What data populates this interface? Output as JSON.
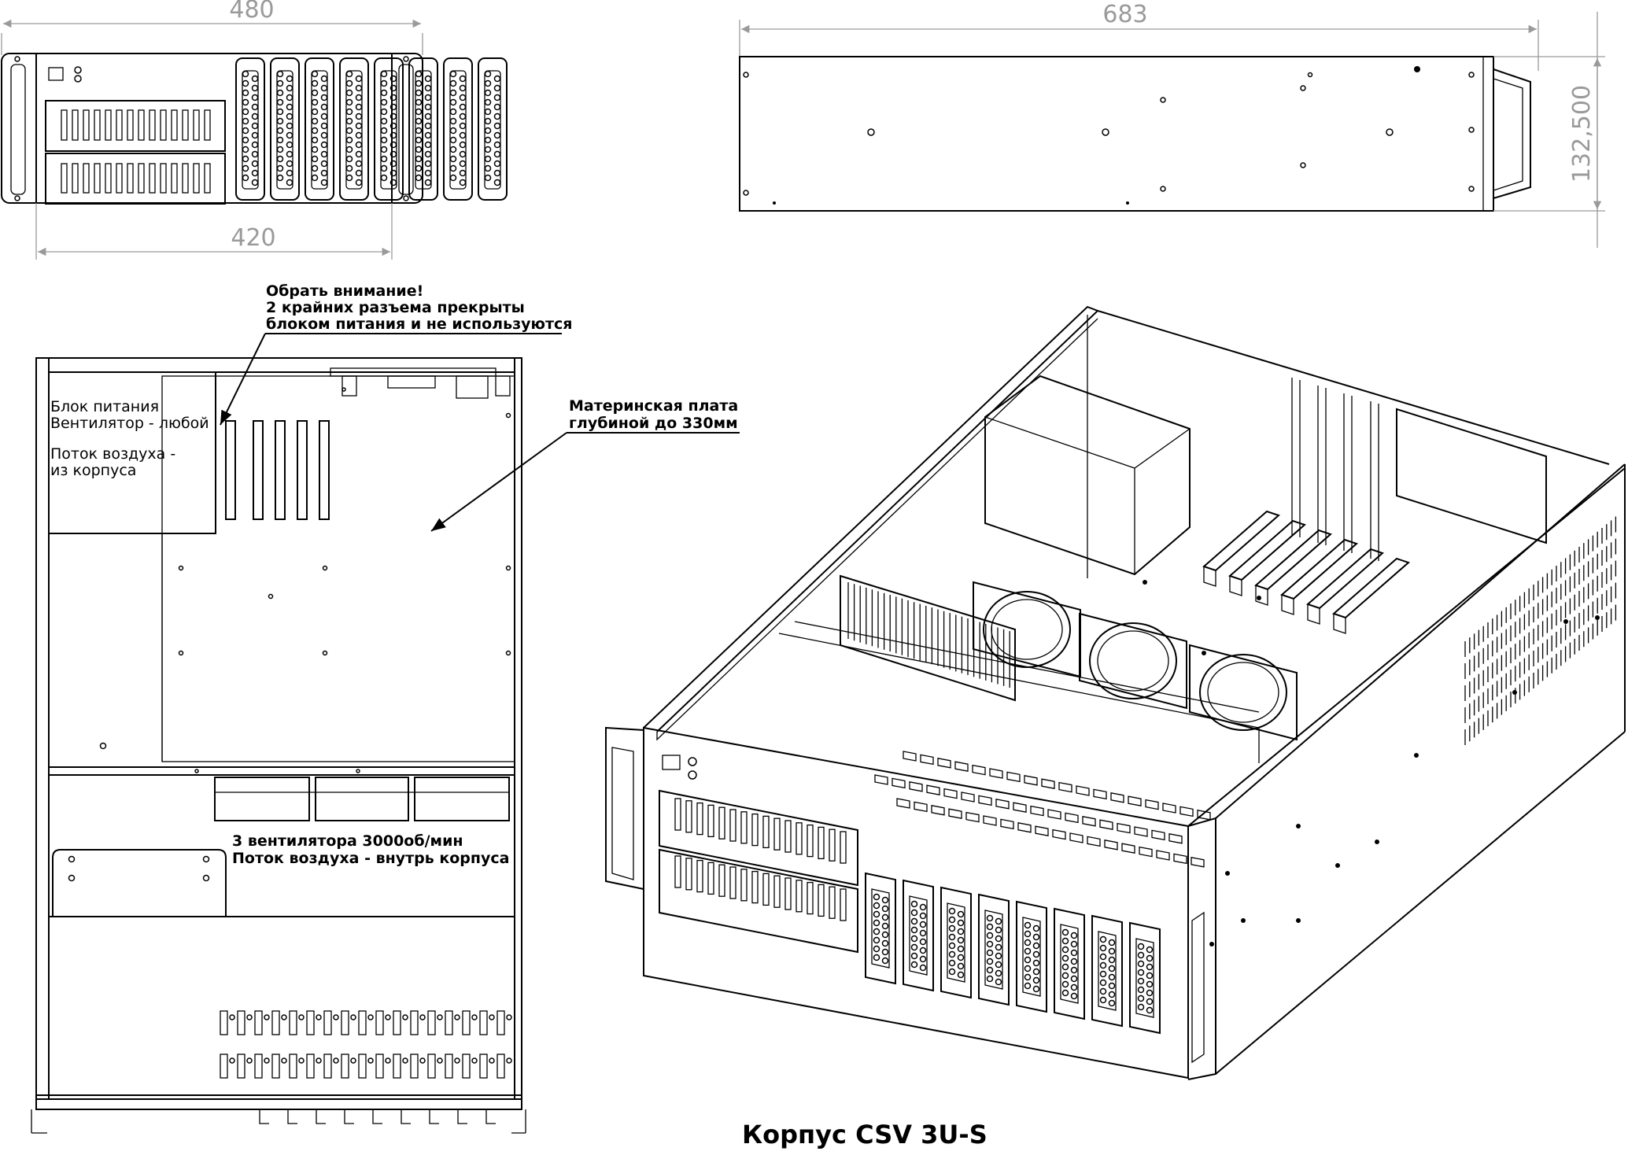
{
  "title": "Корпус CSV 3U-S",
  "dimensions": {
    "front_width": "480",
    "front_inner_width": "420",
    "side_length": "683",
    "height": "132,500"
  },
  "notes": {
    "attention": [
      "Обрать внимание!",
      "2 крайних разъема прекрыты",
      "блоком питания и не используются"
    ],
    "motherboard": [
      "Материнская плата",
      "глубиной до 330мм"
    ],
    "psu": [
      "Блок питания",
      "Вентилятор - любой",
      "",
      "Поток воздуха -",
      "из корпуса"
    ],
    "fans": [
      "3 вентилятора 3000об/мин",
      "Поток воздуха - внутрь корпуса"
    ]
  }
}
